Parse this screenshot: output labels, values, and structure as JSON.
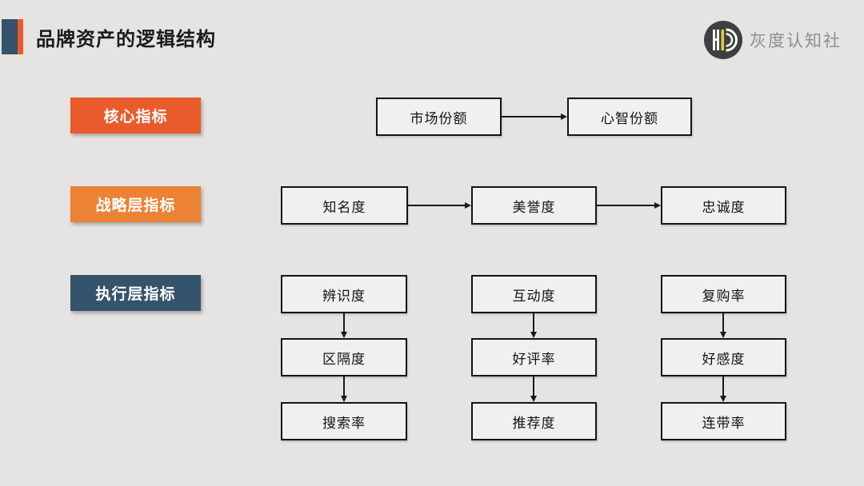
{
  "page": {
    "background": "#e6e4e2"
  },
  "header": {
    "title": "品牌资产的逻辑结构",
    "accent_colors": {
      "navy": "#35536b",
      "orange": "#ea5b2b"
    },
    "logo": {
      "monogram": "HD",
      "text": "灰度认知社",
      "circle_color": "#3f3f3f",
      "stripe_yellow": "#e3cf3e"
    }
  },
  "diagram": {
    "colors": {
      "core_tag": "#ea5b2b",
      "strategy_tag": "#eb8234",
      "execution_tag": "#35536b",
      "node_fill": "#f1f0ee",
      "node_border": "#141414"
    },
    "core": {
      "label": "核心指标",
      "boxes": [
        "市场份额",
        "心智份额"
      ]
    },
    "strategy": {
      "label": "战略层指标",
      "boxes": [
        "知名度",
        "美誉度",
        "忠诚度"
      ]
    },
    "execution": {
      "label": "执行层指标",
      "columns": [
        [
          "辨识度",
          "区隔度",
          "搜索率"
        ],
        [
          "互动度",
          "好评率",
          "推荐度"
        ],
        [
          "复购率",
          "好感度",
          "连带率"
        ]
      ]
    }
  }
}
